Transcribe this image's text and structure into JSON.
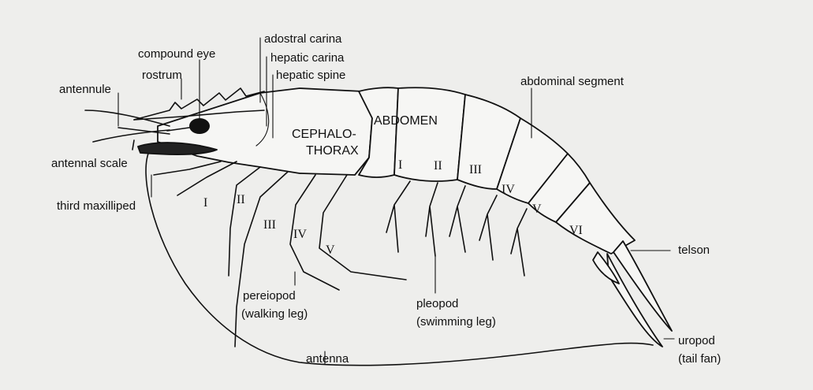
{
  "labels": {
    "adostral_carina": "adostral carina",
    "hepatic_carina": "hepatic carina",
    "hepatic_spine": "hepatic spine",
    "compound_eye": "compound eye",
    "rostrum": "rostrum",
    "antennule": "antennule",
    "antennal_scale": "antennal scale",
    "third_maxilliped": "third maxilliped",
    "cephalo_line1": "CEPHALO-",
    "cephalo_line2": "THORAX",
    "abdomen": "ABDOMEN",
    "abdominal_segment": "abdominal segment",
    "telson": "telson",
    "pereiopod_line1": "pereiopod",
    "pereiopod_line2": "(walking leg)",
    "pleopod_line1": "pleopod",
    "pleopod_line2": "(swimming leg)",
    "antenna": "antenna",
    "uropod_line1": "uropod",
    "uropod_line2": "(tail fan)"
  },
  "pereiopod_numerals": [
    "I",
    "II",
    "III",
    "IV",
    "V"
  ],
  "segment_numerals": [
    "I",
    "II",
    "III",
    "IV",
    "V",
    "VI"
  ]
}
